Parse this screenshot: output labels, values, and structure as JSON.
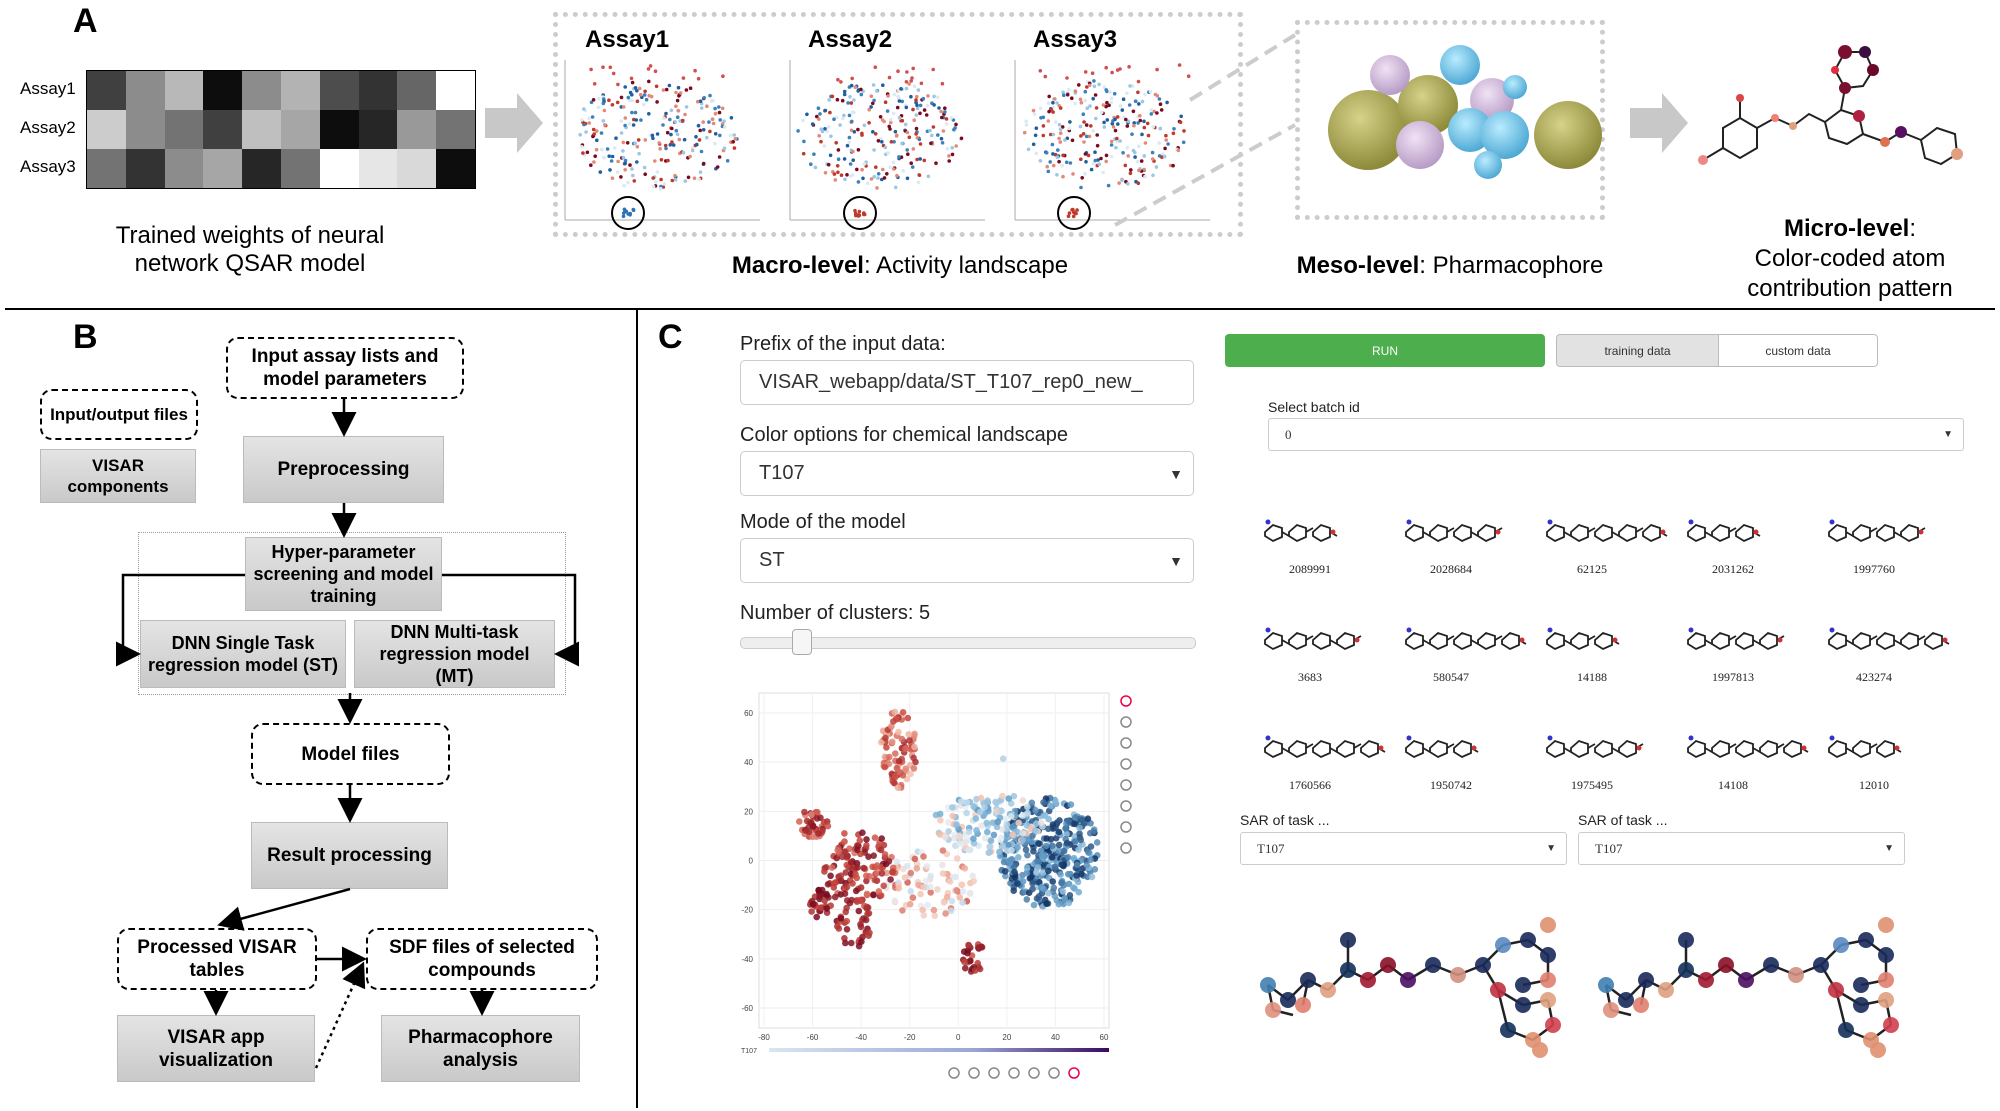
{
  "panel_a": {
    "label": "A",
    "heatmap_rows": [
      "Assay1",
      "Assay2",
      "Assay3"
    ],
    "heatmap_values": [
      [
        0.25,
        0.55,
        0.72,
        0.05,
        0.55,
        0.7,
        0.3,
        0.2,
        0.4,
        1.0
      ],
      [
        0.8,
        0.55,
        0.45,
        0.25,
        0.75,
        0.65,
        0.05,
        0.15,
        0.6,
        0.45
      ],
      [
        0.45,
        0.2,
        0.55,
        0.65,
        0.15,
        0.45,
        1.0,
        0.9,
        0.85,
        0.05
      ]
    ],
    "heatmap_caption_line1": "Trained weights of neural",
    "heatmap_caption_line2": "network QSAR model",
    "assay_titles": [
      "Assay1",
      "Assay2",
      "Assay3"
    ],
    "macro_bold": "Macro-level",
    "macro_rest": ": Activity landscape",
    "meso_bold": "Meso-level",
    "meso_rest": ": Pharmacophore",
    "micro_bold": "Micro-level",
    "micro_rest": ":",
    "micro_line2": "Color-coded atom",
    "micro_line3": "contribution pattern"
  },
  "panel_b": {
    "label": "B",
    "legend_io": "Input/output files",
    "legend_comp": "VISAR components",
    "input": "Input assay lists and model parameters",
    "preprocessing": "Preprocessing",
    "hyper": "Hyper-parameter screening and model training",
    "dnn_st": "DNN Single Task regression model (ST)",
    "dnn_mt": "DNN Multi-task regression model (MT)",
    "model_files": "Model files",
    "result_processing": "Result processing",
    "processed_tables": "Processed VISAR tables",
    "sdf_files": "SDF files of selected compounds",
    "app_vis": "VISAR app visualization",
    "pharmacophore": "Pharmacophore analysis"
  },
  "panel_c": {
    "label": "C",
    "prefix_label": "Prefix of the input data:",
    "prefix_value": "VISAR_webapp/data/ST_T107_rep0_new_",
    "color_label": "Color options for chemical landscape",
    "color_value": "T107",
    "mode_label": "Mode of the model",
    "mode_value": "ST",
    "clusters_label": "Number of clusters:",
    "clusters_value": "5",
    "clusters_fraction": 0.12,
    "run_label": "RUN",
    "tab_training": "training data",
    "tab_custom": "custom data",
    "batch_label": "Select batch id",
    "batch_value": "0",
    "mol_ids": [
      [
        "2089991",
        "2028684",
        "62125",
        "2031262",
        "1997760"
      ],
      [
        "3683",
        "580547",
        "14188",
        "1997813",
        "423274"
      ],
      [
        "1760566",
        "1950742",
        "1975495",
        "14108",
        "12010"
      ]
    ],
    "sar_label_1": "SAR of task ...",
    "sar_label_2": "SAR of task ...",
    "sar_value_1": "T107",
    "sar_value_2": "T107",
    "plot_y_ticks": [
      "60",
      "40",
      "20",
      "0",
      "-20",
      "-40",
      "-60"
    ],
    "plot_x_ticks": [
      "-80",
      "-60",
      "-40",
      "-20",
      "0",
      "20",
      "40",
      "60"
    ],
    "colorbar_label": "T107",
    "run_color": "#4cae4c"
  }
}
